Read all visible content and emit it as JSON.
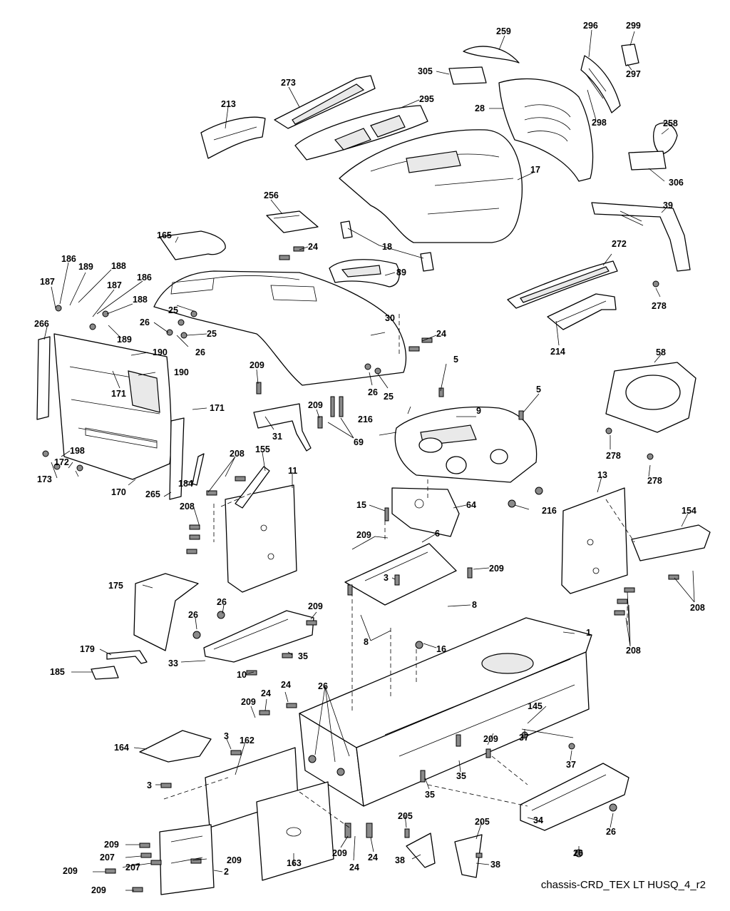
{
  "caption": "chassis-CRD_TEX LT HUSQ_4_r2",
  "callouts": [
    {
      "id": "c259",
      "text": "259"
    },
    {
      "id": "c296",
      "text": "296"
    },
    {
      "id": "c299",
      "text": "299"
    },
    {
      "id": "c297",
      "text": "297"
    },
    {
      "id": "c305",
      "text": "305"
    },
    {
      "id": "c273",
      "text": "273"
    },
    {
      "id": "c295",
      "text": "295"
    },
    {
      "id": "c28",
      "text": "28"
    },
    {
      "id": "c298",
      "text": "298"
    },
    {
      "id": "c213",
      "text": "213"
    },
    {
      "id": "c258",
      "text": "258"
    },
    {
      "id": "c306",
      "text": "306"
    },
    {
      "id": "c17",
      "text": "17"
    },
    {
      "id": "c39",
      "text": "39"
    },
    {
      "id": "c256",
      "text": "256"
    },
    {
      "id": "c165",
      "text": "165"
    },
    {
      "id": "c24a",
      "text": "24"
    },
    {
      "id": "c18",
      "text": "18"
    },
    {
      "id": "c272",
      "text": "272"
    },
    {
      "id": "c89",
      "text": "89"
    },
    {
      "id": "c186a",
      "text": "186"
    },
    {
      "id": "c189a",
      "text": "189"
    },
    {
      "id": "c188a",
      "text": "188"
    },
    {
      "id": "c187a",
      "text": "187"
    },
    {
      "id": "c186b",
      "text": "186"
    },
    {
      "id": "c187b",
      "text": "187"
    },
    {
      "id": "c188b",
      "text": "188"
    },
    {
      "id": "c25a",
      "text": "25"
    },
    {
      "id": "c278a",
      "text": "278"
    },
    {
      "id": "c26a",
      "text": "26"
    },
    {
      "id": "c25b",
      "text": "25"
    },
    {
      "id": "c30",
      "text": "30"
    },
    {
      "id": "c266",
      "text": "266"
    },
    {
      "id": "c189b",
      "text": "189"
    },
    {
      "id": "c26b",
      "text": "26"
    },
    {
      "id": "c24b",
      "text": "24"
    },
    {
      "id": "c214",
      "text": "214"
    },
    {
      "id": "c190a",
      "text": "190"
    },
    {
      "id": "c58",
      "text": "58"
    },
    {
      "id": "c5a",
      "text": "5"
    },
    {
      "id": "c190b",
      "text": "190"
    },
    {
      "id": "c209a",
      "text": "209"
    },
    {
      "id": "c26c",
      "text": "26"
    },
    {
      "id": "c25c",
      "text": "25"
    },
    {
      "id": "c5b",
      "text": "5"
    },
    {
      "id": "c171a",
      "text": "171"
    },
    {
      "id": "c9",
      "text": "9"
    },
    {
      "id": "c209b",
      "text": "209"
    },
    {
      "id": "c171b",
      "text": "171"
    },
    {
      "id": "c216a",
      "text": "216"
    },
    {
      "id": "c31",
      "text": "31"
    },
    {
      "id": "c69",
      "text": "69"
    },
    {
      "id": "c278b",
      "text": "278"
    },
    {
      "id": "c155",
      "text": "155"
    },
    {
      "id": "c208a",
      "text": "208"
    },
    {
      "id": "c198",
      "text": "198"
    },
    {
      "id": "c11",
      "text": "11"
    },
    {
      "id": "c172",
      "text": "172"
    },
    {
      "id": "c173",
      "text": "173"
    },
    {
      "id": "c278c",
      "text": "278"
    },
    {
      "id": "c184",
      "text": "184"
    },
    {
      "id": "c13",
      "text": "13"
    },
    {
      "id": "c170",
      "text": "170"
    },
    {
      "id": "c265",
      "text": "265"
    },
    {
      "id": "c216b",
      "text": "216"
    },
    {
      "id": "c208b",
      "text": "208"
    },
    {
      "id": "c15",
      "text": "15"
    },
    {
      "id": "c64",
      "text": "64"
    },
    {
      "id": "c154",
      "text": "154"
    },
    {
      "id": "c209c",
      "text": "209"
    },
    {
      "id": "c6",
      "text": "6"
    },
    {
      "id": "c209d",
      "text": "209"
    },
    {
      "id": "c3a",
      "text": "3"
    },
    {
      "id": "c175",
      "text": "175"
    },
    {
      "id": "c208c",
      "text": "208"
    },
    {
      "id": "c26d",
      "text": "26"
    },
    {
      "id": "c8a",
      "text": "8"
    },
    {
      "id": "c209e",
      "text": "209"
    },
    {
      "id": "c26e",
      "text": "26"
    },
    {
      "id": "c8b",
      "text": "8"
    },
    {
      "id": "c1",
      "text": "1"
    },
    {
      "id": "c208d",
      "text": "208"
    },
    {
      "id": "c16",
      "text": "16"
    },
    {
      "id": "c179",
      "text": "179"
    },
    {
      "id": "c35a",
      "text": "35"
    },
    {
      "id": "c33",
      "text": "33"
    },
    {
      "id": "c185",
      "text": "185"
    },
    {
      "id": "c10",
      "text": "10"
    },
    {
      "id": "c24c",
      "text": "24"
    },
    {
      "id": "c26f",
      "text": "26"
    },
    {
      "id": "c24d",
      "text": "24"
    },
    {
      "id": "c209f",
      "text": "209"
    },
    {
      "id": "c145",
      "text": "145"
    },
    {
      "id": "c3b",
      "text": "3"
    },
    {
      "id": "c162",
      "text": "162"
    },
    {
      "id": "c164",
      "text": "164"
    },
    {
      "id": "c37a",
      "text": "37"
    },
    {
      "id": "c209g",
      "text": "209"
    },
    {
      "id": "c37b",
      "text": "37"
    },
    {
      "id": "c35b",
      "text": "35"
    },
    {
      "id": "c3c",
      "text": "3"
    },
    {
      "id": "c35c",
      "text": "35"
    },
    {
      "id": "c205a",
      "text": "205"
    },
    {
      "id": "c205b",
      "text": "205"
    },
    {
      "id": "c34",
      "text": "34"
    },
    {
      "id": "c26g",
      "text": "26"
    },
    {
      "id": "c209h",
      "text": "209"
    },
    {
      "id": "c207a",
      "text": "207"
    },
    {
      "id": "c209i",
      "text": "209"
    },
    {
      "id": "c209j",
      "text": "209"
    },
    {
      "id": "c207b",
      "text": "207"
    },
    {
      "id": "c2",
      "text": "2"
    },
    {
      "id": "c163",
      "text": "163"
    },
    {
      "id": "c209k",
      "text": "209"
    },
    {
      "id": "c24e",
      "text": "24"
    },
    {
      "id": "c24f",
      "text": "24"
    },
    {
      "id": "c38a",
      "text": "38"
    },
    {
      "id": "c38b",
      "text": "38"
    },
    {
      "id": "c26h",
      "text": "26"
    },
    {
      "id": "c209l",
      "text": "209"
    }
  ]
}
